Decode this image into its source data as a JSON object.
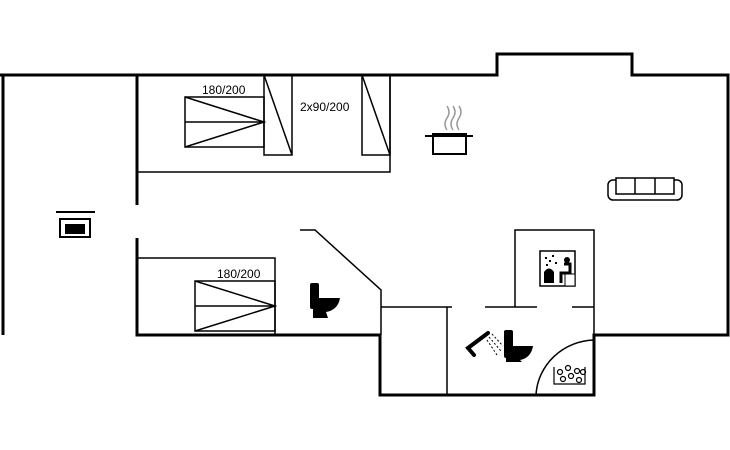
{
  "labels": {
    "bed_master": "180/200",
    "bed_twin": "2x90/200",
    "bed_second": "180/200"
  },
  "icons": [
    "cooking-pot-icon",
    "sofa-icon",
    "tv-icon",
    "toilet-icon",
    "shower-icon",
    "toilet-icon",
    "sauna-icon",
    "jacuzzi-icon"
  ],
  "colors": {
    "line": "#000000",
    "background": "#ffffff"
  }
}
